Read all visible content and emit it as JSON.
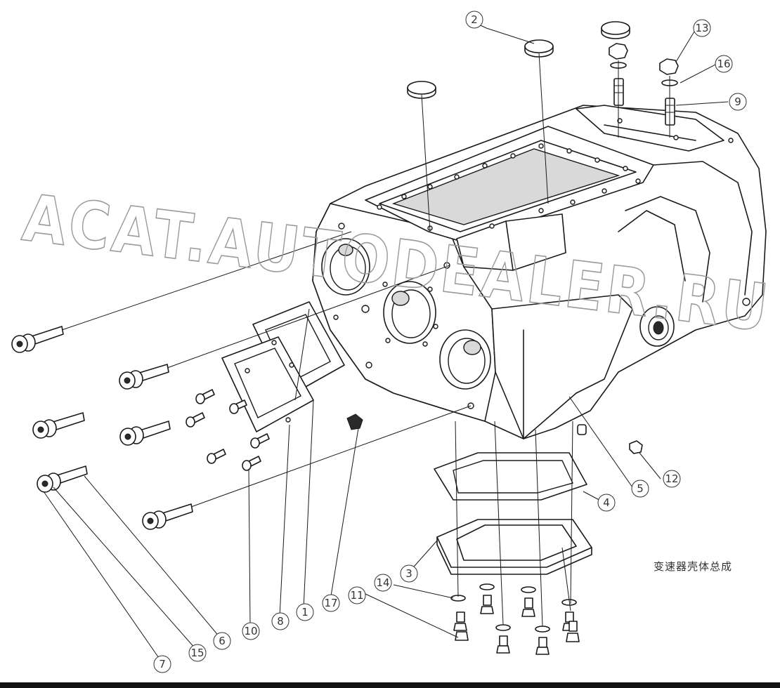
{
  "caption": "变速器壳体总成",
  "watermark": "ACAT.AUTODEALER.RU",
  "callouts": [
    "1",
    "2",
    "3",
    "4",
    "5",
    "6",
    "7",
    "8",
    "9",
    "10",
    "11",
    "12",
    "13",
    "14",
    "15",
    "16",
    "17"
  ],
  "colors": {
    "line": "#1a1a1a",
    "bubble": "#333333",
    "watermark": "#9a9a9a",
    "background": "#ffffff"
  }
}
